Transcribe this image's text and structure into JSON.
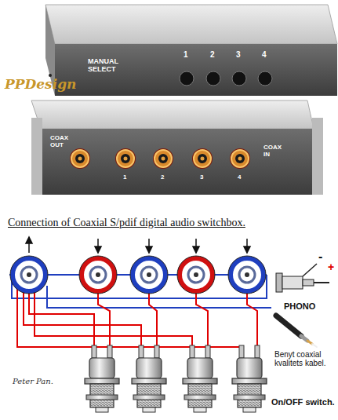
{
  "diagram": {
    "title": "Connection of Coaxial S/pdif digital audio switchbox.",
    "labels": [
      "PPDesign",
      "MANUAL SELECT",
      "1",
      "2",
      "3",
      "4",
      "COAX OUT",
      "1",
      "2",
      "3",
      "4",
      "COAX IN",
      "-",
      "+",
      "PHONO",
      "Benyt coaxial kvalitets kabel.",
      "On/OFF switch.",
      "Peter Pan."
    ]
  }
}
